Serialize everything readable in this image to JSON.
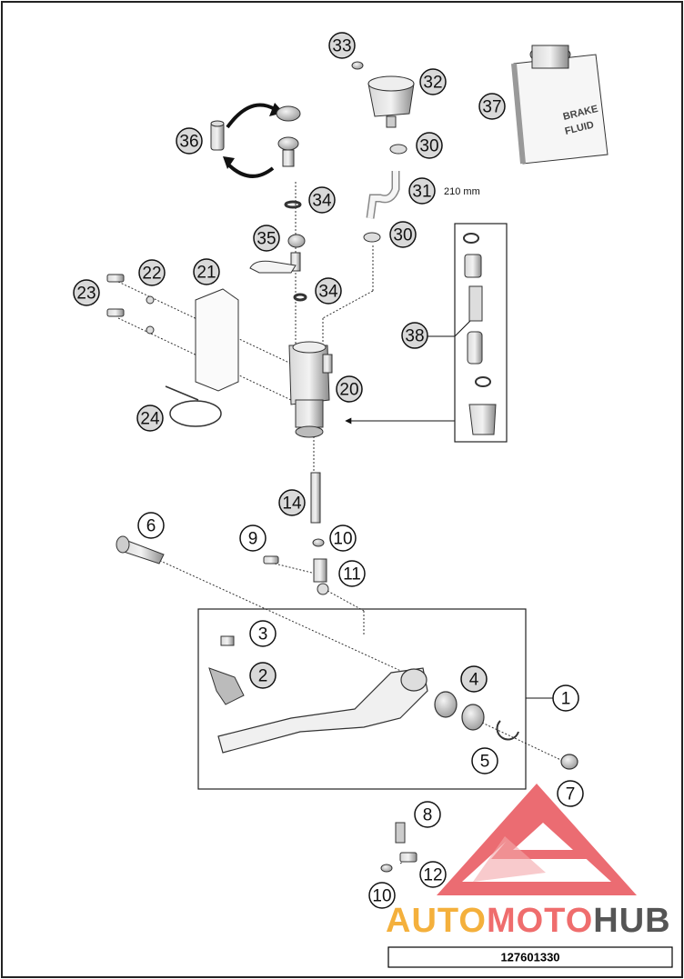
{
  "callouts": [
    {
      "id": "1",
      "label": "1",
      "shaded": false
    },
    {
      "id": "2",
      "label": "2",
      "shaded": true
    },
    {
      "id": "3",
      "label": "3",
      "shaded": false
    },
    {
      "id": "4",
      "label": "4",
      "shaded": true
    },
    {
      "id": "5",
      "label": "5",
      "shaded": false
    },
    {
      "id": "6",
      "label": "6",
      "shaded": false
    },
    {
      "id": "7",
      "label": "7",
      "shaded": false
    },
    {
      "id": "8",
      "label": "8",
      "shaded": false
    },
    {
      "id": "9",
      "label": "9",
      "shaded": false
    },
    {
      "id": "10a",
      "label": "10",
      "shaded": false
    },
    {
      "id": "10b",
      "label": "10",
      "shaded": false
    },
    {
      "id": "11",
      "label": "11",
      "shaded": false
    },
    {
      "id": "12",
      "label": "12",
      "shaded": false
    },
    {
      "id": "14",
      "label": "14",
      "shaded": true
    },
    {
      "id": "20",
      "label": "20",
      "shaded": true
    },
    {
      "id": "21",
      "label": "21",
      "shaded": true
    },
    {
      "id": "22",
      "label": "22",
      "shaded": true
    },
    {
      "id": "23",
      "label": "23",
      "shaded": true
    },
    {
      "id": "24",
      "label": "24",
      "shaded": true
    },
    {
      "id": "30a",
      "label": "30",
      "shaded": true
    },
    {
      "id": "30b",
      "label": "30",
      "shaded": true
    },
    {
      "id": "31",
      "label": "31",
      "shaded": true
    },
    {
      "id": "32",
      "label": "32",
      "shaded": true
    },
    {
      "id": "33",
      "label": "33",
      "shaded": true
    },
    {
      "id": "34a",
      "label": "34",
      "shaded": true
    },
    {
      "id": "34b",
      "label": "34",
      "shaded": true
    },
    {
      "id": "35",
      "label": "35",
      "shaded": true
    },
    {
      "id": "36",
      "label": "36",
      "shaded": true
    },
    {
      "id": "37",
      "label": "37",
      "shaded": true
    },
    {
      "id": "38",
      "label": "38",
      "shaded": true
    }
  ],
  "hose_length": "210 mm",
  "bottle_label_line1": "BRAKE",
  "bottle_label_line2": "FLUID",
  "watermark": {
    "part1": "AUTO",
    "part2": "MOTO",
    "part3": "HUB"
  },
  "drawing_number": "127601330"
}
